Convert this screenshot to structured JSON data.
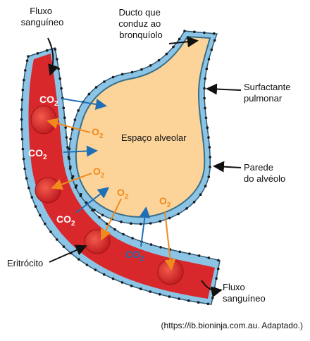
{
  "labels": {
    "fluxo_top_line1": "Fluxo",
    "fluxo_top_line2": "sanguíneo",
    "ducto_line1": "Ducto que",
    "ducto_line2": "conduz ao",
    "ducto_line3": "bronquíolo",
    "surfactante_line1": "Surfactante",
    "surfactante_line2": "pulmonar",
    "espaco_alveolar": "Espaço alveolar",
    "parede_line1": "Parede",
    "parede_line2": "do alvéolo",
    "eritrocito": "Eritrócito",
    "fluxo_bottom_line1": "Fluxo",
    "fluxo_bottom_line2": "sanguíneo",
    "source": "(https://ib.bioninja.com.au. Adaptado.)"
  },
  "gases": {
    "co2_main": "CO",
    "co2_sub": "2",
    "o2_main": "O",
    "o2_sub": "2"
  },
  "colors": {
    "alveolus_fill": "#fcd49a",
    "vessel_fill": "#d8282c",
    "vessel_dark": "#b41e22",
    "wall_blue": "#8cc4e6",
    "surfactant_line": "#3a6f86",
    "o2_orange": "#f08a1c",
    "co2_blue": "#1f6fb5"
  }
}
